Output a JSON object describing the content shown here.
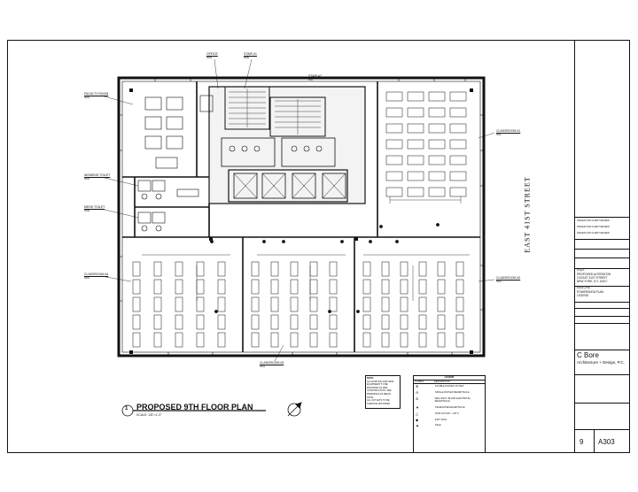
{
  "drawing": {
    "title": "PROPOSED 9TH FLOOR PLAN",
    "scale": "SCALE: 1/8\"=1'-0\"",
    "detail_number": "1",
    "street": "EAST 41ST STREET"
  },
  "rooms": {
    "office": "OFFICE",
    "office_no": "905",
    "stair_1": "STAIR #1",
    "stair_1_no": "906",
    "stair_2": "STAIR #2",
    "stair_2_no": "907",
    "faculty_room": "FACULTY ROOM",
    "faculty_room_no": "904",
    "womens_toilet": "WOMENS TOILET",
    "womens_toilet_no": "909",
    "mens_toilet": "MENS TOILET",
    "mens_toilet_no": "908",
    "classroom_1": "CLASSROOM #1",
    "classroom_1_no": "901",
    "classroom_2": "CLASSROOM #2",
    "classroom_2_no": "902",
    "classroom_3": "CLASSROOM #3",
    "classroom_3_no": "903",
    "classroom_4": "CLASSROOM #4",
    "classroom_4_no": "904"
  },
  "notes": {
    "title": "NOTE:",
    "lines": [
      "ALL EXISTING AND NEW",
      "EQUIPMENT TO BE",
      "MOUNTED AS PER",
      "CONSTRUCTION. SEE",
      "DRAWINGS AS REQ'D.",
      "NOTE:",
      "ALL OUTLETS TO BE",
      "SURFACE MOUNTED"
    ]
  },
  "legend": {
    "title": "LEGEND",
    "col_symbol": "SYMBOL",
    "col_desc": "DESCRIPTION",
    "items": [
      "DOUBLE DUPLEX OUTLET",
      "SINGLE DUPLEX RECEPTACLE",
      "WALL BOX / BLANK ELECTRICAL RECEPTACLE",
      "TELEPHONE RECEPTACLE",
      "DATA OUTLET - CAT 6",
      "EXIT SIGN",
      "TELE"
    ]
  },
  "title_block": {
    "revisions": [
      "ISSUED FOR CLIENT REVIEW",
      "ISSUED FOR CLIENT REVIEW",
      "ISSUED FOR CLIENT REVIEW"
    ],
    "project_label": "Project:",
    "project_lines": [
      "PROPOSED ALTERATION",
      "10 EAST 41ST STREET",
      "NEW YORK, N.Y. 10017"
    ],
    "drawing_label": "Drawing Title:",
    "drawing_lines": [
      "POWER/DATA PLAN",
      "LEGEND"
    ],
    "firm_name": "C Bore",
    "firm_sub": "Architecture + Design, P.C.",
    "sheet_no": "9",
    "drawing_no": "A303"
  }
}
